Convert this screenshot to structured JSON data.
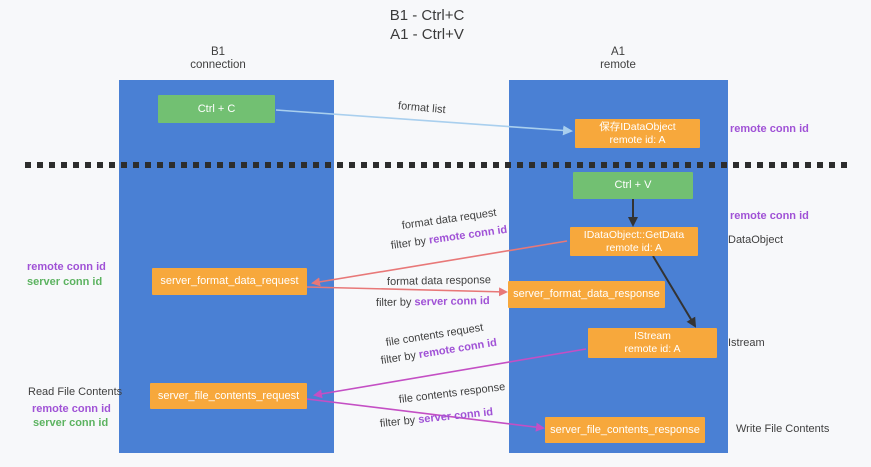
{
  "title": {
    "line1": "B1 - Ctrl+C",
    "line2": "A1 - Ctrl+V"
  },
  "lanes": {
    "left": {
      "title": "B1",
      "subtitle": "connection"
    },
    "right": {
      "title": "A1",
      "subtitle": "remote"
    }
  },
  "boxes": {
    "ctrl_c": {
      "label": "Ctrl + C"
    },
    "save_idataobject": {
      "line1": "保存IDataObject",
      "line2": "remote id: A"
    },
    "ctrl_v": {
      "label": "Ctrl + V"
    },
    "getdata": {
      "line1": "IDataObject::GetData",
      "line2": "remote id: A"
    },
    "server_format_data_request": {
      "label": "server_format_data_request"
    },
    "server_format_data_response": {
      "label": "server_format_data_response"
    },
    "istream": {
      "line1": "IStream",
      "line2": "remote id: A"
    },
    "server_file_contents_request": {
      "label": "server_file_contents_request"
    },
    "server_file_contents_response": {
      "label": "server_file_contents_response"
    }
  },
  "flow_labels": {
    "format_list": "format list",
    "format_data_request": "format data request",
    "format_data_response": "format data response",
    "file_contents_request": "file contents request",
    "file_contents_response": "file contents response",
    "filter_prefix": "filter by ",
    "remote_conn_id": "remote conn id",
    "server_conn_id": "server conn id"
  },
  "side_labels": {
    "right_remote_conn_id_top": "remote conn id",
    "right_remote_conn_id_mid": "remote conn id",
    "dataobject": "DataObject",
    "istream": "Istream",
    "write_file_contents": "Write File Contents",
    "left_remote_conn_id_top": "remote conn id",
    "left_server_conn_id_top": "server conn id",
    "read_file_contents": "Read File Contents",
    "left_remote_conn_id_bottom": "remote conn id",
    "left_server_conn_id_bottom": "server conn id"
  },
  "colors": {
    "lane_blue": "#4a80d4",
    "box_orange": "#f7a83c",
    "box_green": "#72c072",
    "arrow_lightblue": "#a9cfee",
    "arrow_salmon": "#e87878",
    "arrow_magenta": "#c44fc4",
    "arrow_black": "#333333",
    "text_purple": "#a052d6",
    "text_green": "#5cb360"
  }
}
